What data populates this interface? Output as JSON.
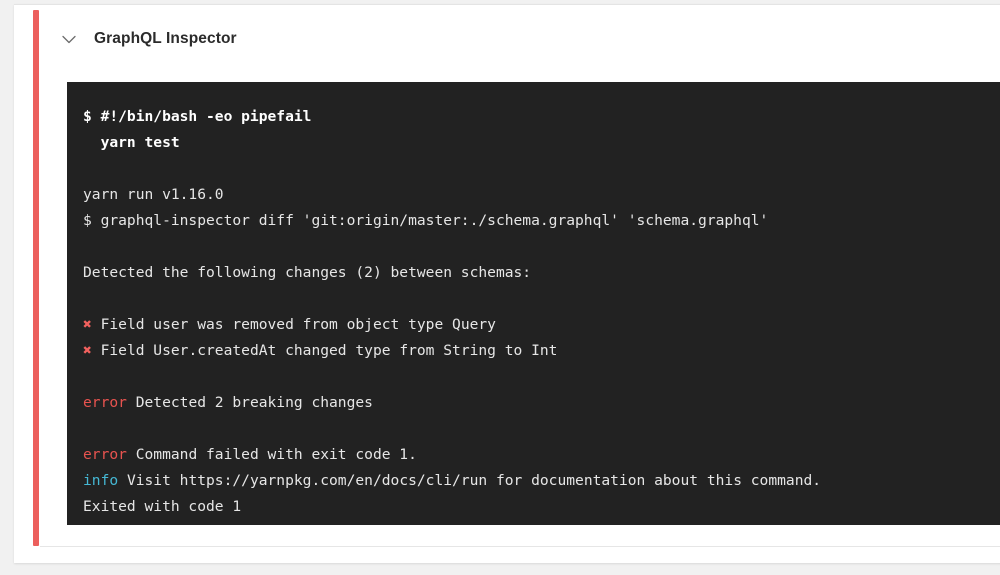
{
  "card": {
    "status_color": "#ec5f5d",
    "status_name": "failed-step-indicator"
  },
  "header": {
    "chevron_icon": "chevron-down-icon",
    "title": "GraphQL Inspector"
  },
  "terminal": {
    "background": "#222222",
    "error_color": "#e8534f",
    "info_color": "#45b8d4",
    "mark_color": "#f2615e",
    "lines": [
      {
        "type": "command",
        "text": "$ #!/bin/bash -eo pipefail"
      },
      {
        "type": "command",
        "text": "  yarn test"
      },
      {
        "type": "blank",
        "text": ""
      },
      {
        "type": "plain",
        "text": "yarn run v1.16.0"
      },
      {
        "type": "plain",
        "text": "$ graphql-inspector diff 'git:origin/master:./schema.graphql' 'schema.graphql'"
      },
      {
        "type": "blank",
        "text": ""
      },
      {
        "type": "plain",
        "text": "Detected the following changes (2) between schemas:"
      },
      {
        "type": "blank",
        "text": ""
      },
      {
        "type": "mark",
        "mark": "✖",
        "text": " Field user was removed from object type Query"
      },
      {
        "type": "mark",
        "mark": "✖",
        "text": " Field User.createdAt changed type from String to Int"
      },
      {
        "type": "blank",
        "text": ""
      },
      {
        "type": "level",
        "level": "error",
        "label": "error",
        "text": " Detected 2 breaking changes"
      },
      {
        "type": "blank",
        "text": ""
      },
      {
        "type": "level",
        "level": "error",
        "label": "error",
        "text": " Command failed with exit code 1."
      },
      {
        "type": "level",
        "level": "info",
        "label": "info",
        "text": " Visit https://yarnpkg.com/en/docs/cli/run for documentation about this command."
      },
      {
        "type": "plain",
        "text": "Exited with code 1"
      }
    ]
  }
}
